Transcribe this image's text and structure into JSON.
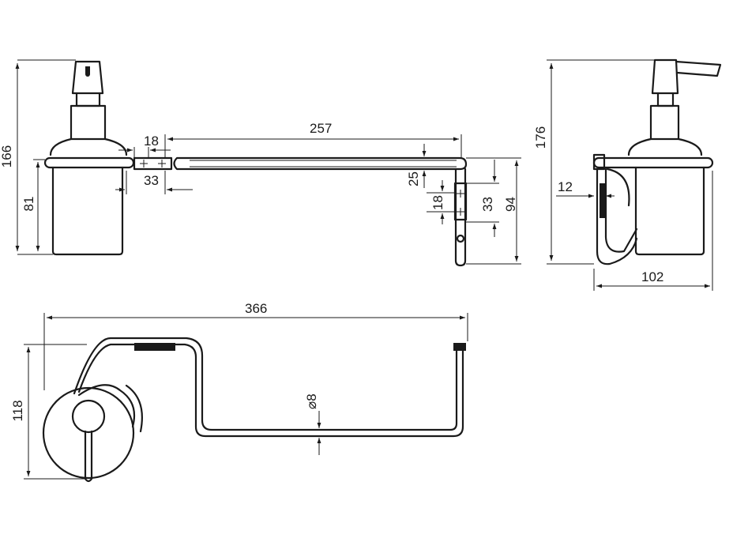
{
  "dimensions": {
    "front_total_height": "166",
    "front_container_height": "81",
    "bracket_width": "18",
    "bar_length": "257",
    "bracket_offset": "33",
    "arm_offset": "25",
    "arm_bracket": "18",
    "arm_bracket_offset": "33",
    "arm_height": "94",
    "side_total_height": "176",
    "side_wall_gap": "12",
    "side_depth": "102",
    "top_length": "366",
    "top_depth": "118",
    "rod_diameter": "⌀8"
  }
}
